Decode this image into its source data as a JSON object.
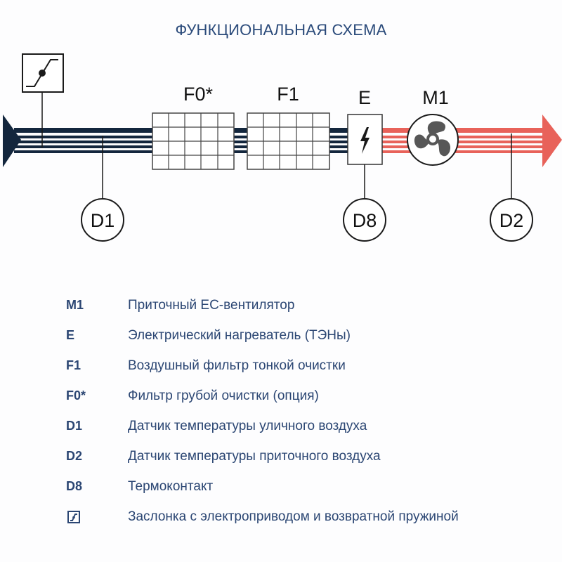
{
  "title": "ФУНКЦИОНАЛЬНАЯ СХЕМА",
  "colors": {
    "title": "#2a4a7a",
    "intake_air": "#13263d",
    "supply_air": "#e8625a",
    "legend_text": "#2b4673",
    "fan_blades": "#575757",
    "outline": "#1a1a1a"
  },
  "diagram": {
    "labels": {
      "f0": "F0*",
      "f1": "F1",
      "heater": "E",
      "fan": "M1"
    },
    "sensors": {
      "d1": "D1",
      "d8": "D8",
      "d2": "D2"
    },
    "heater_icon": "lightning-icon",
    "fan_icon": "fan-icon",
    "damper_icon": "damper-actuator-icon"
  },
  "legend": [
    {
      "code": "M1",
      "desc": "Приточный ЕС-вентилятор"
    },
    {
      "code": "E",
      "desc": "Электрический нагреватель (ТЭНы)"
    },
    {
      "code": "F1",
      "desc": "Воздушный фильтр тонкой очистки"
    },
    {
      "code": "F0*",
      "desc": "Фильтр грубой очистки (опция)"
    },
    {
      "code": "D1",
      "desc": "Датчик температуры уличного воздуха"
    },
    {
      "code": "D2",
      "desc": "Датчик температуры приточного воздуха"
    },
    {
      "code": "D8",
      "desc": "Термоконтакт"
    },
    {
      "code": "",
      "icon": "damper-icon",
      "desc": "Заслонка с электроприводом и возвратной пружиной"
    }
  ]
}
